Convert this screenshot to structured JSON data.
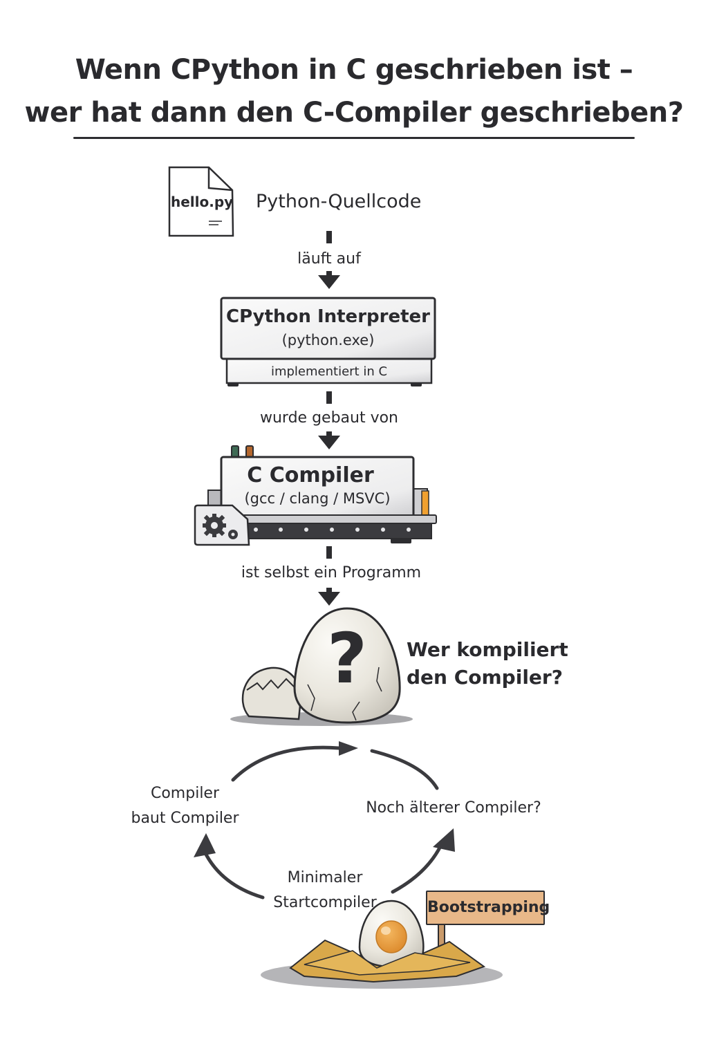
{
  "title": {
    "line1": "Wenn CPython in C geschrieben ist –",
    "line2": "wer hat dann den C-Compiler geschrieben?"
  },
  "source_file": {
    "filename": "hello.py",
    "label": "Python-Quellcode",
    "icon": "file-icon"
  },
  "arrows": {
    "runs_on": "läuft auf",
    "built_by": "wurde gebaut von",
    "is_program": "ist selbst ein Programm"
  },
  "interpreter": {
    "title": "CPython Interpreter",
    "subtitle": "(python.exe)",
    "base_label": "implementiert in C"
  },
  "compiler": {
    "title": "C Compiler",
    "subtitle": "(gcc / clang / MSVC)",
    "icon": "gears-icon",
    "indicator_colors": [
      "#3f6b55",
      "#b4672e"
    ],
    "accent_color": "#f0a030"
  },
  "question": {
    "egg_symbol": "?",
    "text_line1": "Wer kompiliert",
    "text_line2": "den Compiler?"
  },
  "cycle": {
    "left_line1": "Compiler",
    "left_line2": "baut Compiler",
    "right": "Noch älterer Compiler?",
    "bottom_line1": "Minimaler",
    "bottom_line2": "Startcompiler"
  },
  "sign": {
    "label": "Bootstrapping",
    "color": "#e8b889"
  },
  "colors": {
    "ink": "#2d2d30",
    "box_fill": "#efeff0",
    "egg_yolk": "#e89a3c",
    "nest": "#d9a84a"
  }
}
